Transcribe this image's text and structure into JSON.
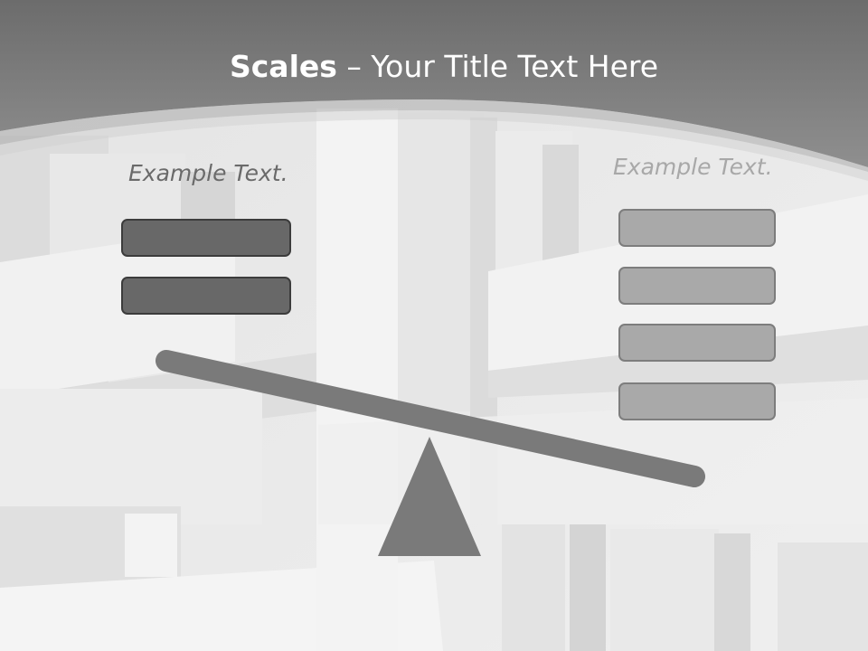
{
  "title": {
    "bold": "Scales",
    "rest": " – Your Title Text Here"
  },
  "left_pan": {
    "caption": "Example Text.",
    "box_count": 2
  },
  "right_pan": {
    "caption": "Example Text.",
    "box_count": 4
  },
  "colors": {
    "title_band": "#7b7b7b",
    "beam": "#7a7a7a",
    "fulcrum": "#7a7a7a",
    "left_box_fill": "#686868",
    "right_box_fill": "#a9a9a9"
  }
}
